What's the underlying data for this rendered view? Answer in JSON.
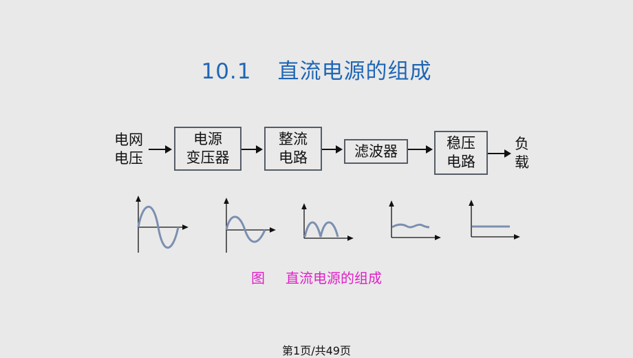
{
  "title": {
    "number": "10.1",
    "text": "直流电源的组成"
  },
  "input_label": [
    "电网",
    "电压"
  ],
  "stages": [
    {
      "lines": [
        "电源",
        "变压器"
      ]
    },
    {
      "lines": [
        "整流",
        "电路"
      ]
    },
    {
      "lines": [
        "滤波器"
      ]
    },
    {
      "lines": [
        "稳压",
        "电路"
      ]
    }
  ],
  "output_label": [
    "负",
    "载"
  ],
  "caption": {
    "figure": "图",
    "text": "直流电源的组成"
  },
  "footer": "第1页/共49页",
  "waveforms": [
    "ac-input",
    "ac-reduced",
    "full-wave-rectified",
    "filtered-ripple",
    "regulated-dc"
  ],
  "colors": {
    "title": "#1f66b5",
    "caption": "#e020c8",
    "wave": "#7b8fb0",
    "box_border": "#555c66",
    "background": "#e9e9e9"
  }
}
